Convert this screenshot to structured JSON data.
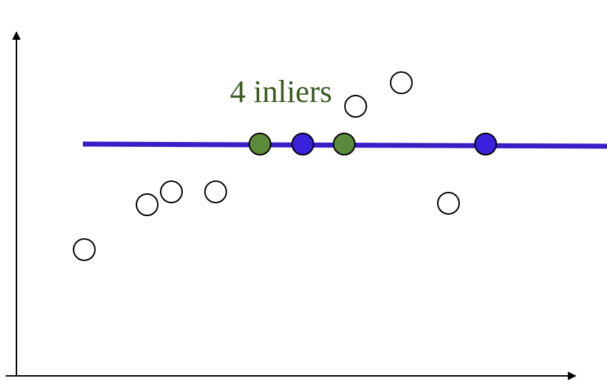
{
  "title": "4 inliers",
  "colors": {
    "axis": "#000000",
    "fit_line": "#3a1fc6",
    "inlier_sample": "#3a22dc",
    "inlier_other": "#5a8a3a",
    "outlier_fill": "#ffffff",
    "title_text": "#3a5a1e"
  },
  "points": {
    "sampled_inliers": [
      {
        "id": "p1",
        "role": "sampled-inlier"
      },
      {
        "id": "p2",
        "role": "sampled-inlier"
      }
    ],
    "other_inliers": [
      {
        "id": "p3",
        "role": "inlier"
      },
      {
        "id": "p4",
        "role": "inlier"
      }
    ],
    "outliers": [
      {
        "id": "o1"
      },
      {
        "id": "o2"
      },
      {
        "id": "o3"
      },
      {
        "id": "o4"
      },
      {
        "id": "o5"
      },
      {
        "id": "o6"
      },
      {
        "id": "o7"
      }
    ]
  }
}
